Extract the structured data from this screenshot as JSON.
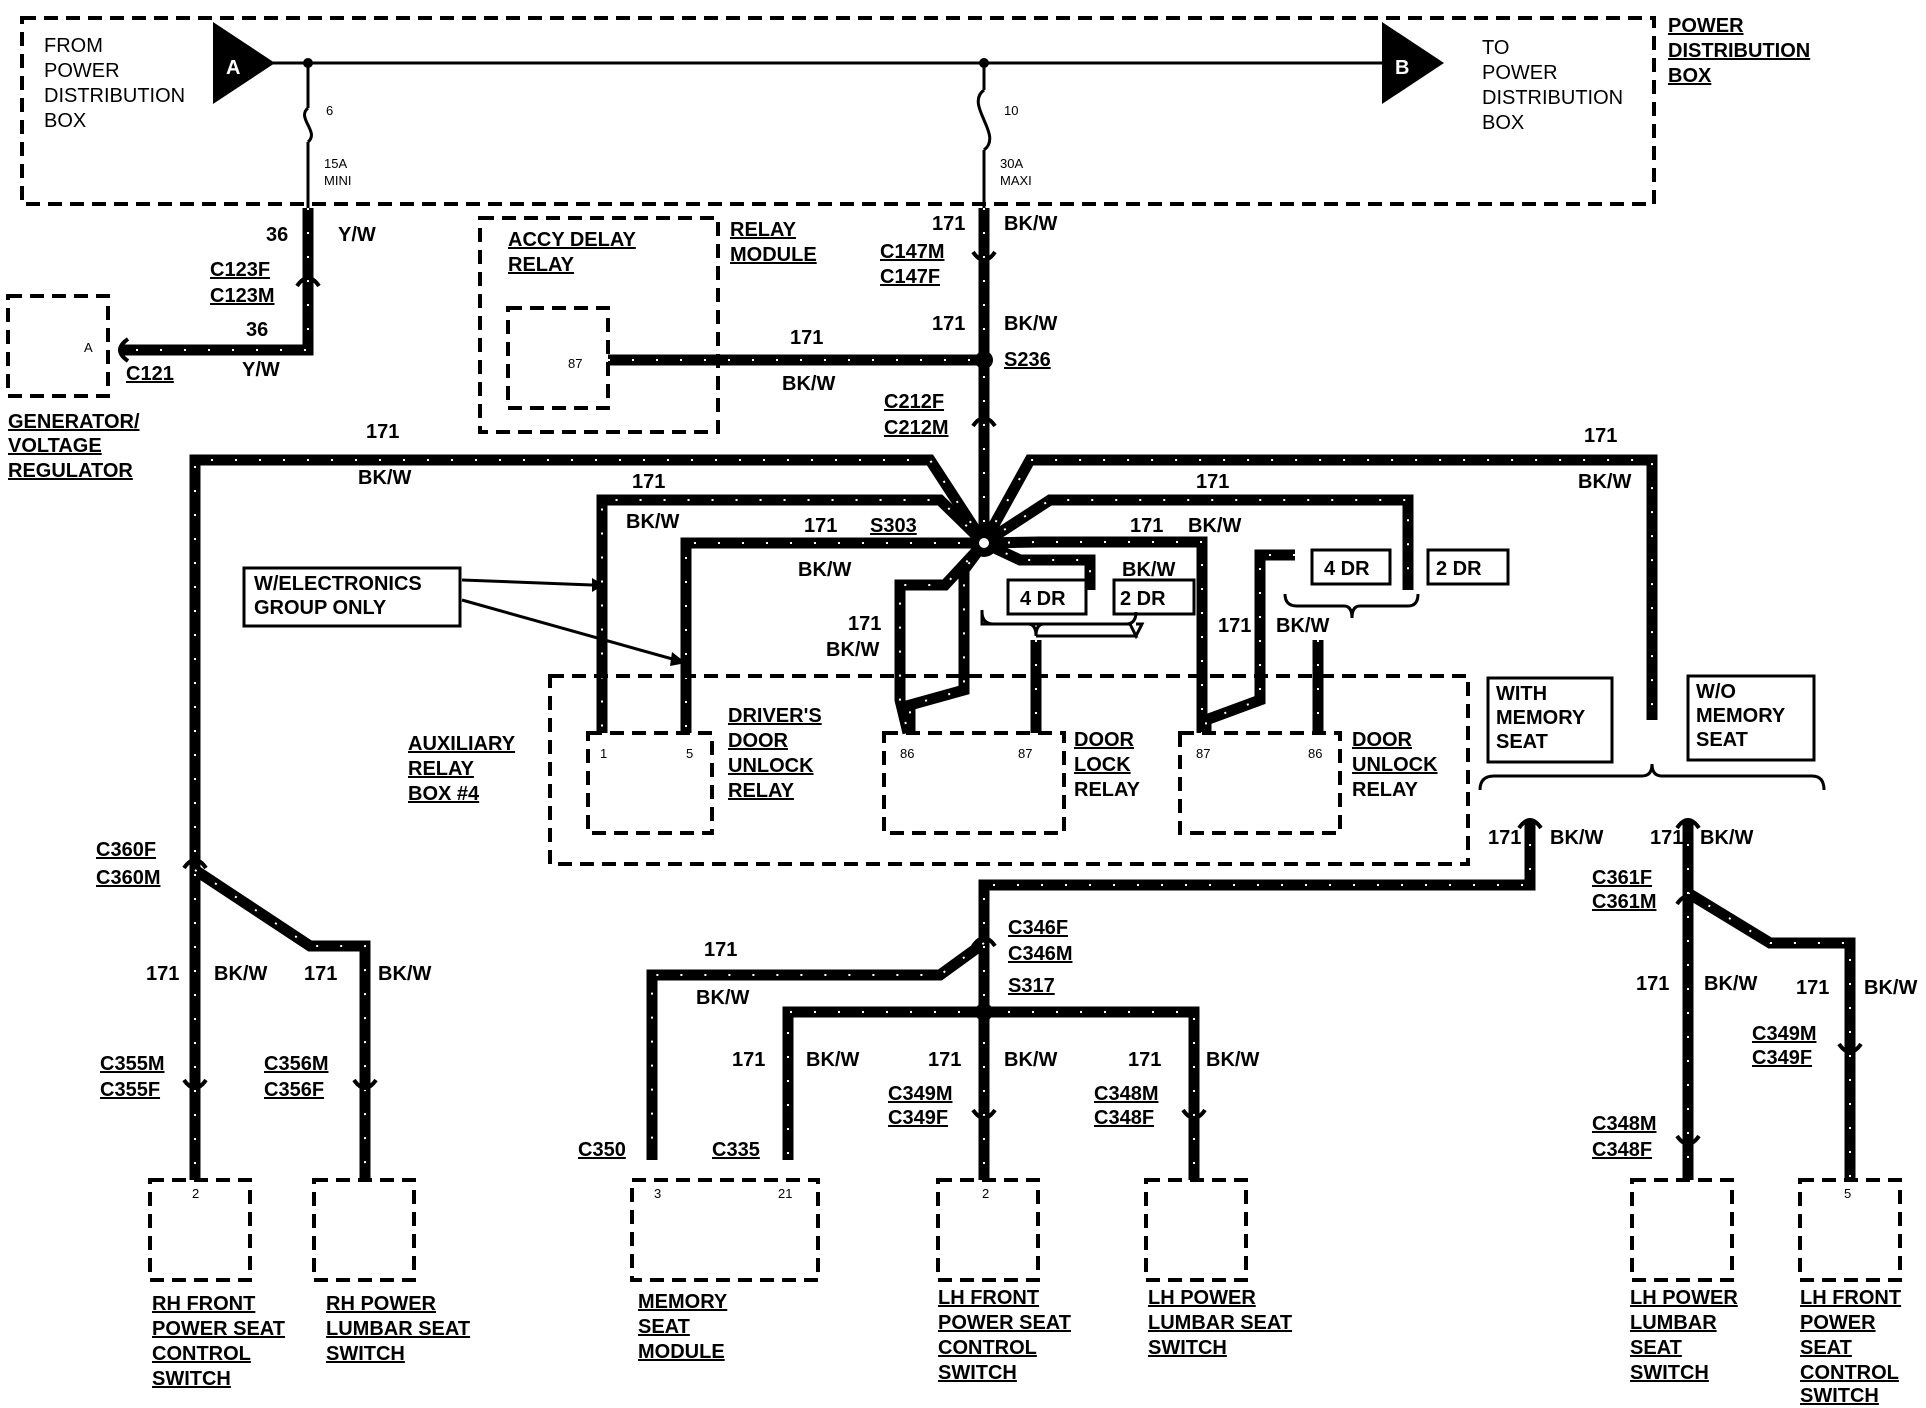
{
  "power_distribution": {
    "title_line1": "POWER",
    "title_line2": "DISTRIBUTION",
    "title_line3": "BOX",
    "from_line1": "FROM",
    "from_line2": "POWER",
    "from_line3": "DISTRIBUTION",
    "from_line4": "BOX",
    "to_line1": "TO",
    "to_line2": "POWER",
    "to_line3": "DISTRIBUTION",
    "to_line4": "BOX",
    "connector_a": "A",
    "connector_b": "B",
    "fuse6_num": "6",
    "fuse6_rating": "15A",
    "fuse6_type": "MINI",
    "fuse10_num": "10",
    "fuse10_rating": "30A",
    "fuse10_type": "MAXI"
  },
  "generator": {
    "pin": "A",
    "connector": "C121",
    "line1": "GENERATOR/",
    "line2": "VOLTAGE",
    "line3": "REGULATOR",
    "wire_num": "36",
    "wire_color": "Y/W",
    "c123f": "C123F",
    "c123m": "C123M"
  },
  "accy_relay": {
    "line1": "ACCY DELAY",
    "line2": "RELAY",
    "pin": "87",
    "module_line1": "RELAY",
    "module_line2": "MODULE"
  },
  "wire": {
    "num": "171",
    "color": "BK/W"
  },
  "connectors": {
    "c147m": "C147M",
    "c147f": "C147F",
    "s236": "S236",
    "c212f": "C212F",
    "c212m": "C212M",
    "s303": "S303",
    "c360f": "C360F",
    "c360m": "C360M",
    "c355m": "C355M",
    "c355f": "C355F",
    "c356m": "C356M",
    "c356f": "C356F",
    "c346f": "C346F",
    "c346m": "C346M",
    "s317": "S317",
    "c350": "C350",
    "c335": "C335",
    "c349m": "C349M",
    "c349f": "C349F",
    "c348m": "C348M",
    "c348f": "C348F",
    "c361f": "C361F",
    "c361m": "C361M",
    "c349m_r": "C349M",
    "c349f_r": "C349F",
    "c348m_r": "C348M",
    "c348f_r": "C348F"
  },
  "callout": {
    "line1": "W/ELECTRONICS",
    "line2": "GROUP ONLY"
  },
  "options": {
    "dr4": "4 DR",
    "dr2": "2 DR",
    "with_mem_1": "WITH",
    "with_mem_2": "MEMORY",
    "with_mem_3": "SEAT",
    "wo_mem_1": "W/O",
    "wo_mem_2": "MEMORY",
    "wo_mem_3": "SEAT"
  },
  "aux_box": {
    "line1": "AUXILIARY",
    "line2": "RELAY",
    "line3": "BOX #4",
    "drv_line1": "DRIVER'S",
    "drv_line2": "DOOR",
    "drv_line3": "UNLOCK",
    "drv_line4": "RELAY",
    "drv_pin1": "1",
    "drv_pin5": "5",
    "lock_line1": "DOOR",
    "lock_line2": "LOCK",
    "lock_line3": "RELAY",
    "lock_pin86": "86",
    "lock_pin87": "87",
    "unlock_line1": "DOOR",
    "unlock_line2": "UNLOCK",
    "unlock_line3": "RELAY",
    "unlock_pin87": "87",
    "unlock_pin86": "86"
  },
  "components": {
    "rh_front_1": "RH  FRONT",
    "rh_front_2": "POWER SEAT",
    "rh_front_3": "CONTROL",
    "rh_front_4": "SWITCH",
    "rh_front_pin": "2",
    "rh_lumbar_1": "RH POWER",
    "rh_lumbar_2": "LUMBAR SEAT",
    "rh_lumbar_3": "SWITCH",
    "memory_1": "MEMORY",
    "memory_2": "SEAT",
    "memory_3": "MODULE",
    "memory_pin3": "3",
    "memory_pin21": "21",
    "lh_front_1": "LH FRONT",
    "lh_front_2": "POWER SEAT",
    "lh_front_3": "CONTROL",
    "lh_front_4": "SWITCH",
    "lh_front_pin": "2",
    "lh_lumbar_1": "LH POWER",
    "lh_lumbar_2": "LUMBAR SEAT",
    "lh_lumbar_3": "SWITCH",
    "lh_lumbar_r_1": "LH POWER",
    "lh_lumbar_r_2": "LUMBAR",
    "lh_lumbar_r_3": "SEAT",
    "lh_lumbar_r_4": "SWITCH",
    "lh_front_r_1": "LH FRONT",
    "lh_front_r_2": "POWER",
    "lh_front_r_3": "SEAT",
    "lh_front_r_4": "CONTROL",
    "lh_front_r_5": "SWITCH",
    "lh_front_r_pin": "5"
  }
}
